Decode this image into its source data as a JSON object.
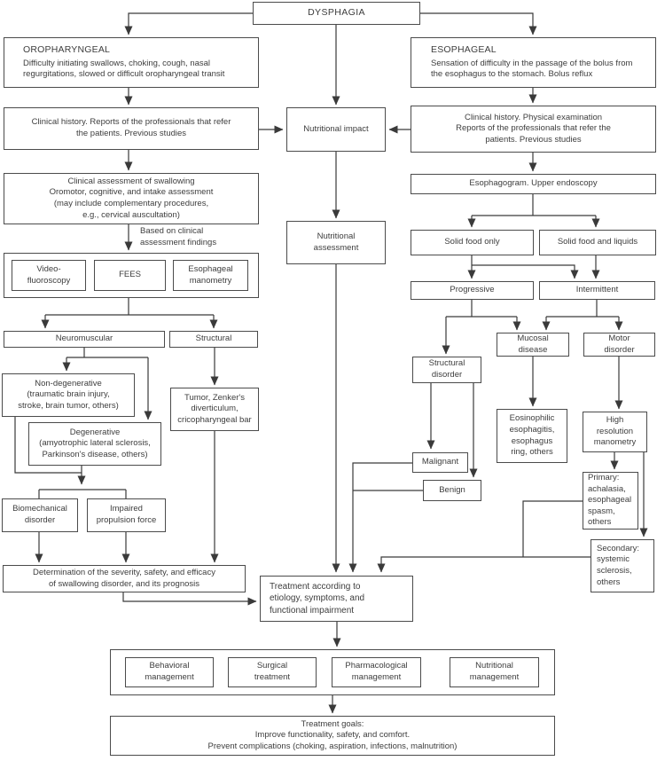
{
  "diagram_title": "DYSPHAGIA",
  "colors": {
    "line": "#3a3a3a",
    "border": "#4b4b4b",
    "text": "#3d3d3d",
    "background": "#ffffff"
  },
  "nodes": {
    "dysphagia": "DYSPHAGIA",
    "oropharyngeal": {
      "title": "OROPHARYNGEAL",
      "body": [
        "Difficulty initiating swallows, choking, cough, nasal",
        "regurgitations, slowed or difficult oropharyngeal transit"
      ]
    },
    "esophageal": {
      "title": "ESOPHAGEAL",
      "body": [
        "Sensation of difficulty in the passage of the bolus from",
        "the esophagus to the stomach. Bolus reflux"
      ]
    },
    "clinical_history_left": [
      "Clinical history. Reports of the professionals that refer",
      "the patients. Previous studies"
    ],
    "nutritional_impact": "Nutritional impact",
    "clinical_history_right": [
      "Clinical history. Physical examination",
      "Reports of the professionals that refer the",
      "patients. Previous studies"
    ],
    "clinical_assessment": [
      "Clinical assessment of swallowing",
      "Oromotor, cognitive, and intake assessment",
      "(may include complementary procedures,",
      "e.g., cervical auscultation)"
    ],
    "based_note": [
      "Based on clinical",
      "assessment findings"
    ],
    "videofluoroscopy": [
      "Video-",
      "fluoroscopy"
    ],
    "fees": "FEES",
    "esophageal_manometry": [
      "Esophageal",
      "manometry"
    ],
    "esophagogram": "Esophagogram. Upper endoscopy",
    "nutritional_assessment": [
      "Nutritional",
      "assessment"
    ],
    "solid_food_only": "Solid food only",
    "solid_food_and_liquids": "Solid food and liquids",
    "progressive": "Progressive",
    "intermittent": "Intermittent",
    "neuromuscular": "Neuromuscular",
    "structural": "Structural",
    "mucosal_disease": [
      "Mucosal",
      "disease"
    ],
    "motor_disorder": [
      "Motor",
      "disorder"
    ],
    "non_degenerative": [
      "Non-degenerative",
      "(traumatic brain injury,",
      "stroke, brain tumor, others)"
    ],
    "structural_disorder": [
      "Structural",
      "disorder"
    ],
    "tumor_zenkers": [
      "Tumor, Zenker's",
      "diverticulum,",
      "cricopharyngeal bar"
    ],
    "degenerative": [
      "Degenerative",
      "(amyotrophic lateral sclerosis,",
      "Parkinson's disease, others)"
    ],
    "eosinophilic": [
      "Eosinophilic",
      "esophagitis,",
      "esophagus",
      "ring, others"
    ],
    "high_resolution_manometry": [
      "High",
      "resolution",
      "manometry"
    ],
    "malignant": "Malignant",
    "benign": "Benign",
    "primary": [
      "Primary:",
      "achalasia,",
      "esophageal",
      "spasm,",
      "others"
    ],
    "secondary": [
      "Secondary:",
      "systemic",
      "sclerosis,",
      "others"
    ],
    "biomechanical": [
      "Biomechanical",
      "disorder"
    ],
    "impaired_propulsion": [
      "Impaired",
      "propulsion force"
    ],
    "determination": [
      "Determination of the severity, safety, and efficacy",
      "of swallowing disorder, and its prognosis"
    ],
    "treatment": [
      "Treatment according to",
      "etiology, symptoms, and",
      "functional impairment"
    ],
    "behavioral_management": [
      "Behavioral",
      "management"
    ],
    "surgical_treatment": [
      "Surgical",
      "treatment"
    ],
    "pharmacological_management": [
      "Pharmacological",
      "management"
    ],
    "nutritional_management": [
      "Nutritional",
      "management"
    ],
    "treatment_goals": [
      "Treatment goals:",
      "Improve functionality, safety, and comfort.",
      "Prevent complications (choking, aspiration, infections, malnutrition)"
    ]
  }
}
